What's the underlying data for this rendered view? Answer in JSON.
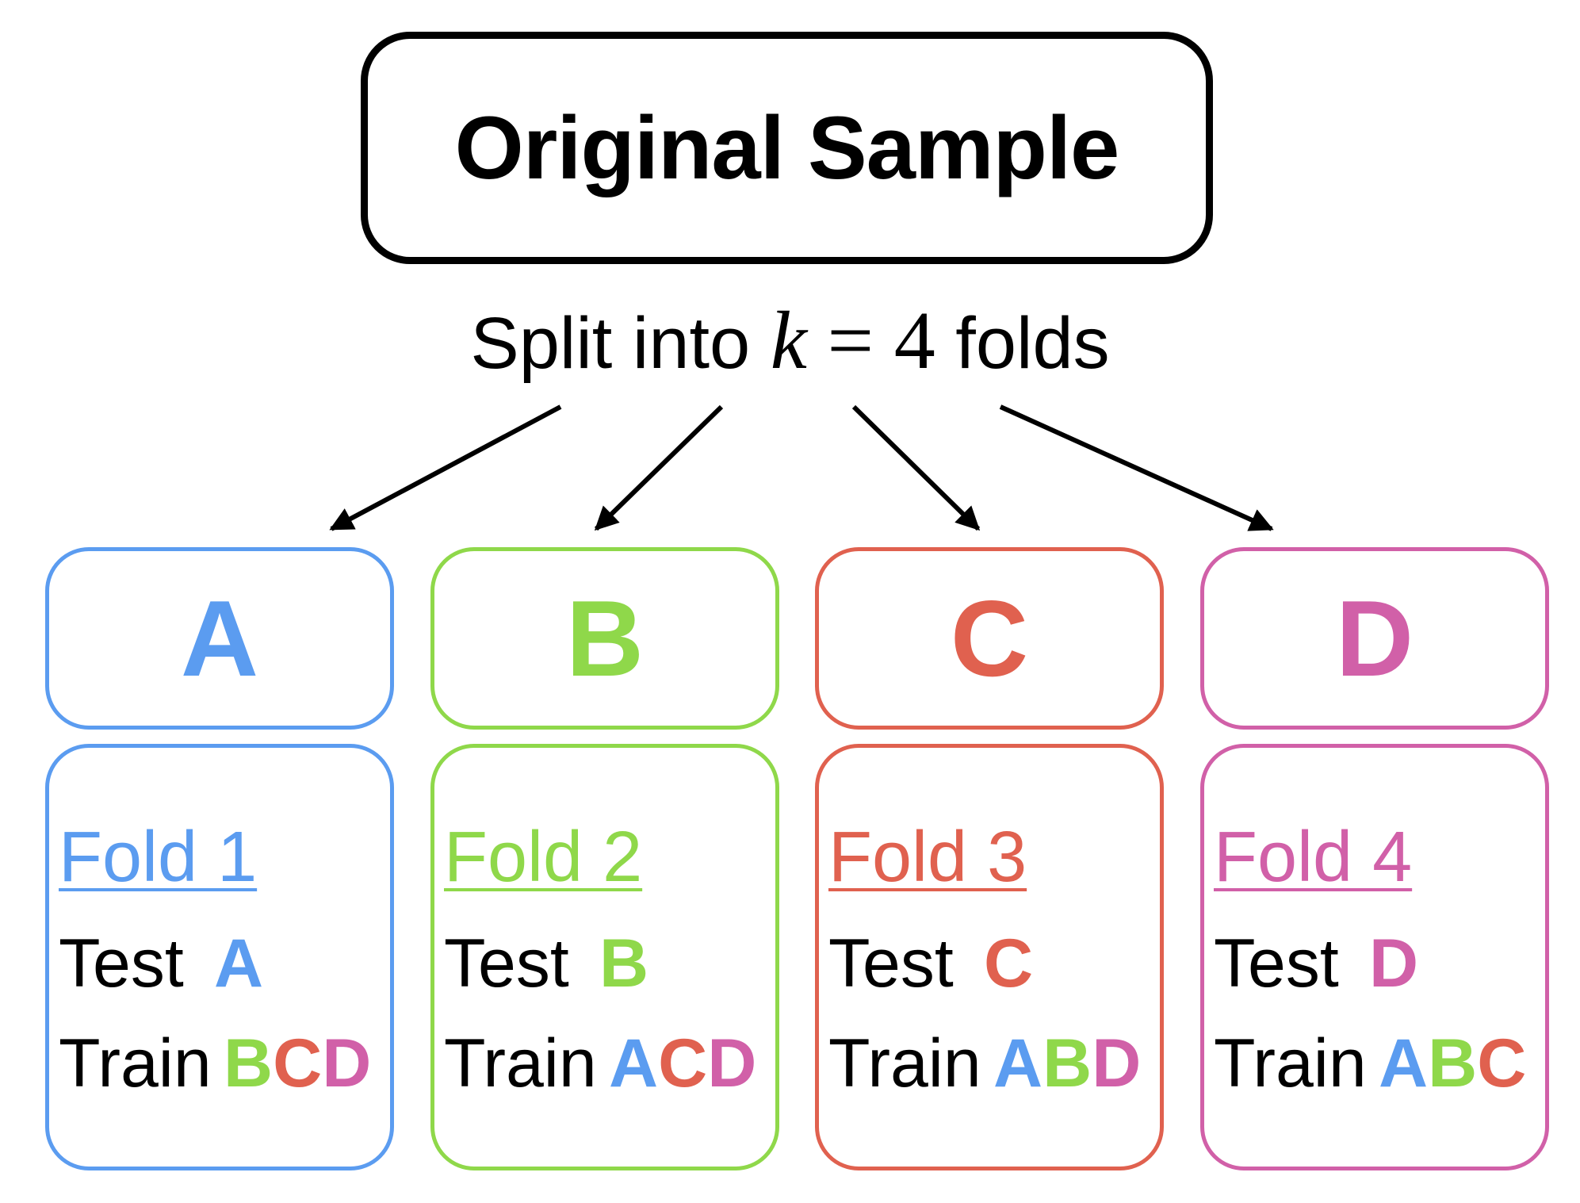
{
  "title": "Original Sample",
  "split": {
    "prefix": "Split into",
    "variable": "k",
    "equals": "=",
    "value": "4",
    "suffix": "folds"
  },
  "colors": {
    "A": "#5b9cf0",
    "B": "#8fd84a",
    "C": "#e0614f",
    "D": "#d160a8",
    "text": "#000000"
  },
  "partitions": [
    {
      "label": "A",
      "color": "#5b9cf0"
    },
    {
      "label": "B",
      "color": "#8fd84a"
    },
    {
      "label": "C",
      "color": "#e0614f"
    },
    {
      "label": "D",
      "color": "#d160a8"
    }
  ],
  "folds": [
    {
      "title": "Fold 1",
      "color": "#5b9cf0",
      "test_label": "Test",
      "test": [
        "A"
      ],
      "train_label": "Train",
      "train": [
        "B",
        "C",
        "D"
      ]
    },
    {
      "title": "Fold 2",
      "color": "#8fd84a",
      "test_label": "Test",
      "test": [
        "B"
      ],
      "train_label": "Train",
      "train": [
        "A",
        "C",
        "D"
      ]
    },
    {
      "title": "Fold 3",
      "color": "#e0614f",
      "test_label": "Test",
      "test": [
        "C"
      ],
      "train_label": "Train",
      "train": [
        "A",
        "B",
        "D"
      ]
    },
    {
      "title": "Fold 4",
      "color": "#d160a8",
      "test_label": "Test",
      "test": [
        "D"
      ],
      "train_label": "Train",
      "train": [
        "A",
        "B",
        "C"
      ]
    }
  ]
}
